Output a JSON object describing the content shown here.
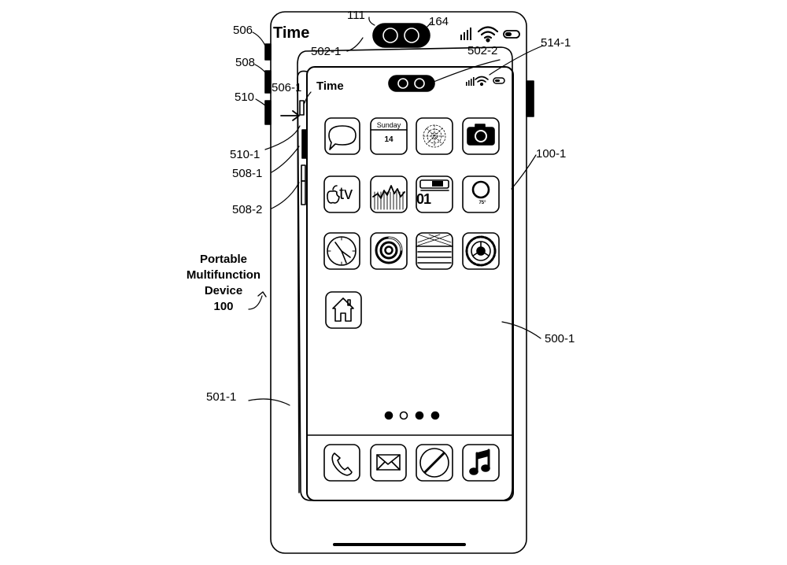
{
  "labels": {
    "l506": "506",
    "l508": "508",
    "l510": "510",
    "l111": "111",
    "l164": "164",
    "l502_1": "502-1",
    "l502_2": "502-2",
    "l514_1": "514-1",
    "l506_1": "506-1",
    "l510_1": "510-1",
    "l508_1": "508-1",
    "l508_2": "508-2",
    "l100_1": "100-1",
    "l500_1": "500-1",
    "l501_1": "501-1"
  },
  "caption": {
    "line1": "Portable",
    "line2": "Multifunction",
    "line3": "Device",
    "line4": "100"
  },
  "outer_device": {
    "status_time": "Time"
  },
  "inner_device": {
    "status_time": "Time",
    "calendar_day": "Sunday",
    "calendar_date": "14",
    "tv_text": "tv",
    "stock_number": "01",
    "weather_temp": "75°",
    "page_dots": 4,
    "app_rows": [
      [
        "messages-icon",
        "calendar-icon",
        "photos-icon",
        "camera-icon"
      ],
      [
        "tv-icon",
        "stocks-icon",
        "wallet-icon",
        "weather-icon"
      ],
      [
        "clock-icon",
        "fitness-icon",
        "notes-icon",
        "settings-icon"
      ],
      [
        "home-icon"
      ]
    ],
    "dock": [
      "phone-icon",
      "mail-icon",
      "safari-icon",
      "music-icon"
    ]
  }
}
